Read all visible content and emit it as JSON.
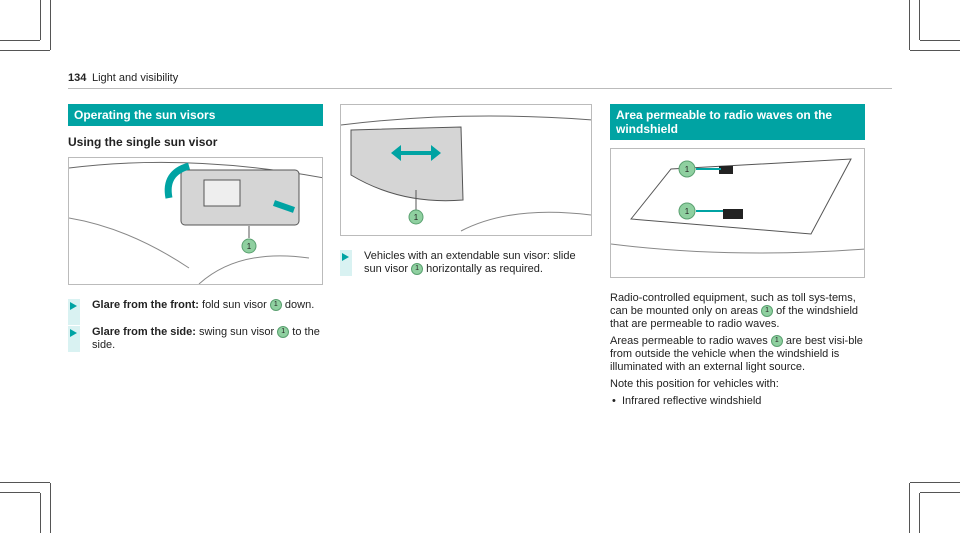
{
  "header": {
    "page_number": "134",
    "section": "Light and visibility"
  },
  "col1": {
    "title": "Operating the sun visors",
    "subtitle": "Using the single sun visor",
    "step1": {
      "bold": "Glare from the front:",
      "text_a": " fold sun visor ",
      "badge": "1",
      "text_b": " down."
    },
    "step2": {
      "bold": "Glare from the side:",
      "text_a": " swing sun visor ",
      "badge": "1",
      "text_b": " to the side."
    },
    "figure_badge": "1"
  },
  "col2": {
    "step1": {
      "text_a": "Vehicles with an extendable sun visor: slide sun visor ",
      "badge": "1",
      "text_b": " horizontally as required."
    },
    "figure_badge": "1"
  },
  "col3": {
    "title": "Area permeable to radio waves on the windshield",
    "para1_a": "Radio-controlled equipment, such as toll sys-tems, can be mounted only on areas ",
    "para1_badge": "1",
    "para1_b": " of the windshield that are permeable to radio waves.",
    "para2_a": "Areas permeable to radio waves ",
    "para2_badge": "1",
    "para2_b": " are best visi-ble from outside the vehicle when the windshield is illuminated with an external light source.",
    "para3": "Note this position for vehicles with:",
    "bullet1": "Infrared reflective windshield",
    "figure_badge_top": "1",
    "figure_badge_bottom": "1"
  },
  "colors": {
    "accent": "#00a3a3",
    "badge": "#8fd0a0"
  }
}
